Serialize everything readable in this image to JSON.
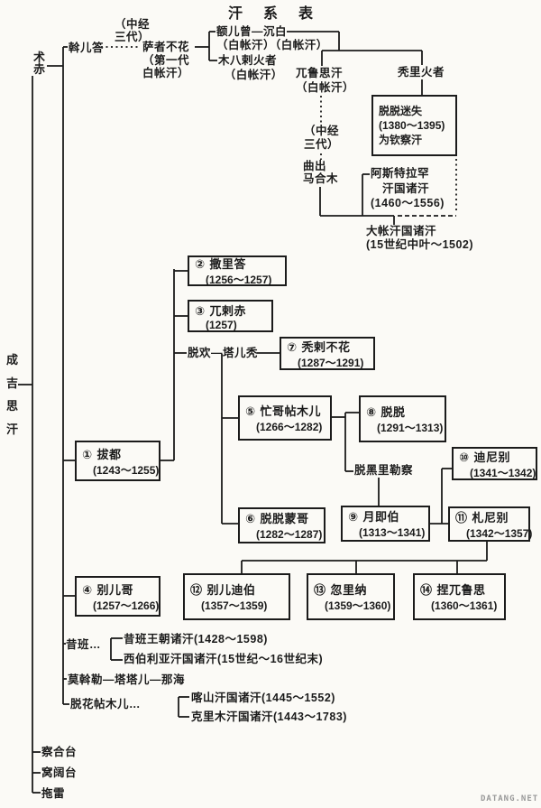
{
  "title": "汗系表",
  "watermark": "DATANG.NET",
  "colors": {
    "paper": "#fbfaf6",
    "ink": "#1b1b1b",
    "watermark": "#999999"
  },
  "root": {
    "name": "成吉思汗"
  },
  "generation1": {
    "jochi": "术赤",
    "chagatai": "察合台",
    "ogedei": "窝阔台",
    "tolui": "拖雷"
  },
  "white_horde": {
    "orda": "斡儿答",
    "gap_note_top": "（中经\n三代）",
    "sasi_buqa": "萨者不花\n（第一代\n白帐汗）",
    "erzen_chimpay": "额儿曾—沉白\n（白帐汗）（白帐汗）",
    "mubarak_khoja": "木八剌火者\n　（白帐汗）",
    "urus_khan": "兀鲁思汗\n（白帐汗）",
    "tuli_khoja": "秃里火者",
    "tokhtamysh": {
      "name": "脱脱迷失",
      "years": "(1380～1395)",
      "note": "为钦察汗"
    },
    "gap_note_mid": "（中经\n三代）",
    "qutchu_mahmud": "曲出\n马合木",
    "astrakhan": "阿斯特拉罕\n　汗国诸汗\n(1460～1556)",
    "great_horde": "大帐汗国诸汗\n(15世纪中叶～1502)"
  },
  "middle_links": {
    "toqan_tartu": "脱欢—塔儿秃",
    "toghrilcha": "脱黑里勒察"
  },
  "khans": {
    "batu": {
      "no": "①",
      "name": "拔都",
      "years": "(1243～1255)"
    },
    "sartaq": {
      "no": "②",
      "name": "撒里答",
      "years": "(1256～1257)"
    },
    "ulaghchi": {
      "no": "③",
      "name": "兀剌赤",
      "years": "(1257)"
    },
    "berke": {
      "no": "④",
      "name": "别儿哥",
      "years": "(1257～1266)"
    },
    "mengu_timur": {
      "no": "⑤",
      "name": "忙哥帖木儿",
      "years": "(1266～1282)"
    },
    "tode_mongke": {
      "no": "⑥",
      "name": "脱脱蒙哥",
      "years": "(1282～1287)"
    },
    "tula_buqa": {
      "no": "⑦",
      "name": "秃剌不花",
      "years": "(1287～1291)"
    },
    "toqta": {
      "no": "⑧",
      "name": "脱脱",
      "years": "(1291～1313)"
    },
    "uzbeg": {
      "no": "⑨",
      "name": "月即伯",
      "years": "(1313～1341)"
    },
    "tini_beg": {
      "no": "⑩",
      "name": "迪尼别",
      "years": "(1341～1342)"
    },
    "jani_beg": {
      "no": "⑪",
      "name": "札尼别",
      "years": "(1342～1357)"
    },
    "berdi_beg": {
      "no": "⑫",
      "name": "别儿迪伯",
      "years": "(1357～1359)"
    },
    "qulna": {
      "no": "⑬",
      "name": "忽里纳",
      "years": "(1359～1360)"
    },
    "nawruz": {
      "no": "⑭",
      "name": "捏兀鲁思",
      "years": "(1360～1361)"
    }
  },
  "other_branches": {
    "shiban": "昔班…",
    "shiban_dynasty": "昔班王朝诸汗(1428～1598)",
    "siberia": "西伯利亚汗国诸汗(15世纪～16世纪末)",
    "moal_line": "莫斡勒—塔塔儿—那海",
    "tuqa_timur": "脱花帖木儿…",
    "kazan": "喀山汗国诸汗(1445～1552)",
    "crimea": "克里木汗国诸汗(1443～1783)"
  }
}
